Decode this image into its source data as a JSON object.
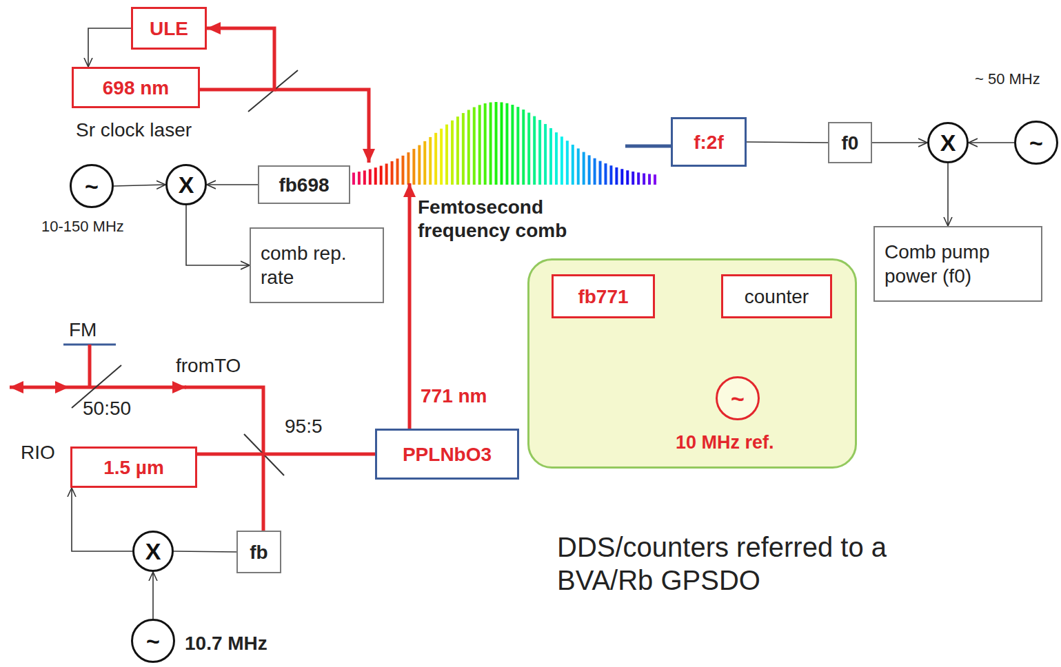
{
  "diagram": {
    "nodes": [
      {
        "text": [
          "ULE"
        ]
      },
      {
        "text": [
          "698 nm"
        ]
      },
      {
        "text": [
          "~"
        ]
      },
      {
        "text": [
          "X"
        ]
      },
      {
        "text": [
          "fb698"
        ]
      },
      {
        "text": [
          "comb rep. rate"
        ]
      },
      {
        "text": [
          "f:2f"
        ]
      },
      {
        "text": [
          "f0"
        ]
      },
      {
        "text": [
          "X"
        ]
      },
      {
        "text": [
          "~"
        ]
      },
      {
        "text": [
          "Comb pump power (f0)"
        ]
      },
      {
        "text": []
      },
      {
        "text": [
          "fb771"
        ],
        "in": 11
      },
      {
        "text": [
          "counter"
        ],
        "in": 11
      },
      {
        "text": [
          "~"
        ],
        "in": 11
      },
      {
        "text": [
          "1.5 µm"
        ]
      },
      {
        "text": [
          "PPLNbO3"
        ]
      },
      {
        "text": [
          "fb"
        ]
      },
      {
        "text": [
          "X"
        ]
      },
      {
        "text": [
          "~"
        ]
      }
    ],
    "edges": [
      {
        "from": 0,
        "to": 1,
        "arrow": "to"
      },
      {
        "from": 1,
        "to": 0,
        "arrow": "to"
      },
      {
        "from": 4,
        "to": 3,
        "arrow": "to"
      },
      {
        "from": 2,
        "to": 3,
        "arrow": "to"
      },
      {
        "from": 3,
        "to": 5,
        "arrow": "to"
      },
      {
        "from": 6,
        "to": 7,
        "arrow": "none"
      },
      {
        "from": 7,
        "to": 8,
        "arrow": "to"
      },
      {
        "from": 9,
        "to": 8,
        "arrow": "to"
      },
      {
        "from": 8,
        "to": 10,
        "arrow": "to"
      },
      {
        "from": 12,
        "to": 13,
        "arrow": "to"
      },
      {
        "from": 14,
        "to": 13,
        "arrow": "to"
      },
      {
        "from": 15,
        "to": 16,
        "arrow": "none"
      },
      {
        "from": 17,
        "to": 18,
        "arrow": "none"
      },
      {
        "from": 19,
        "to": 18,
        "arrow": "to"
      },
      {
        "from": 18,
        "to": 15,
        "arrow": "to"
      }
    ],
    "labels": [
      "Sr clock laser",
      "10-150 MHz",
      "Femtosecond frequency comb",
      "~ 50 MHz",
      "10 MHz ref.",
      "FM",
      "fromTO",
      "50:50",
      "95:5",
      "RIO",
      "771 nm",
      "10.7 MHz",
      "DDS/counters referred to a BVA/Rb GPSDO"
    ]
  }
}
